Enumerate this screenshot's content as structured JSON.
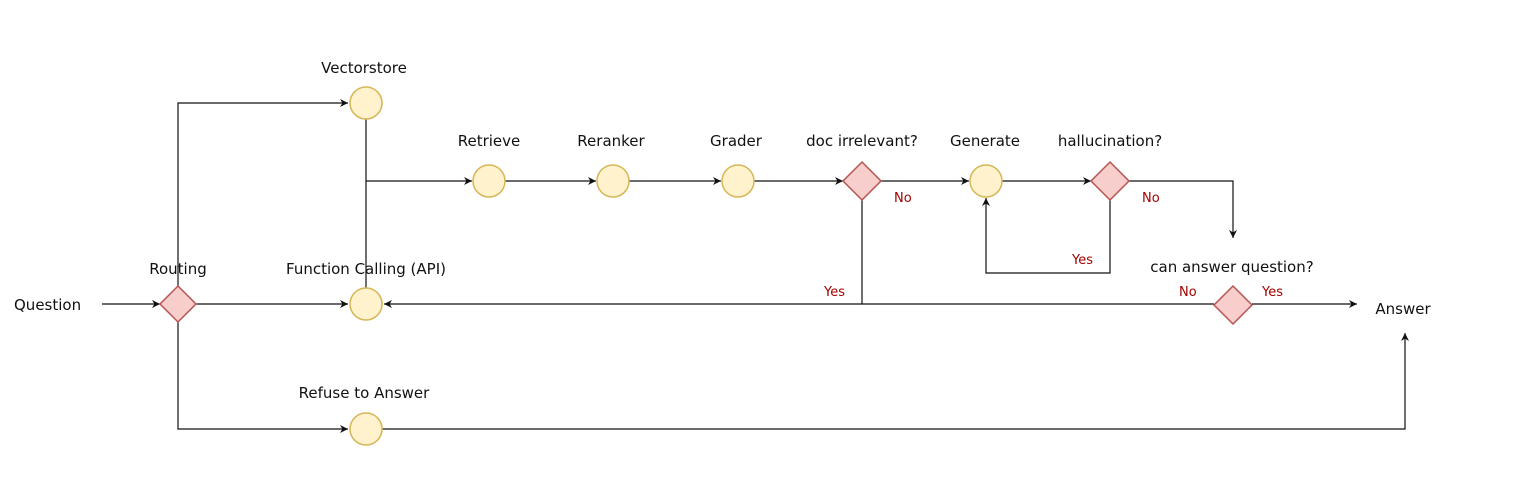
{
  "colors": {
    "node_fill": "#FFF2CC",
    "node_stroke": "#D6B656",
    "decision_fill": "#F8CECC",
    "decision_stroke": "#B85450",
    "edge_label": "#A50000",
    "line": "#111111"
  },
  "diagram": {
    "labels": {
      "question": "Question",
      "routing": "Routing",
      "vectorstore": "Vectorstore",
      "function_calling": "Function Calling (API)",
      "refuse": "Refuse to Answer",
      "retrieve": "Retrieve",
      "reranker": "Reranker",
      "grader": "Grader",
      "doc_irrelevant": "doc irrelevant?",
      "generate": "Generate",
      "hallucination": "hallucination?",
      "can_answer": "can answer question?",
      "answer": "Answer"
    },
    "edge_labels": {
      "doc_no": "No",
      "doc_yes": "Yes",
      "hall_no": "No",
      "hall_yes": "Yes",
      "can_no": "No",
      "can_yes": "Yes"
    }
  }
}
